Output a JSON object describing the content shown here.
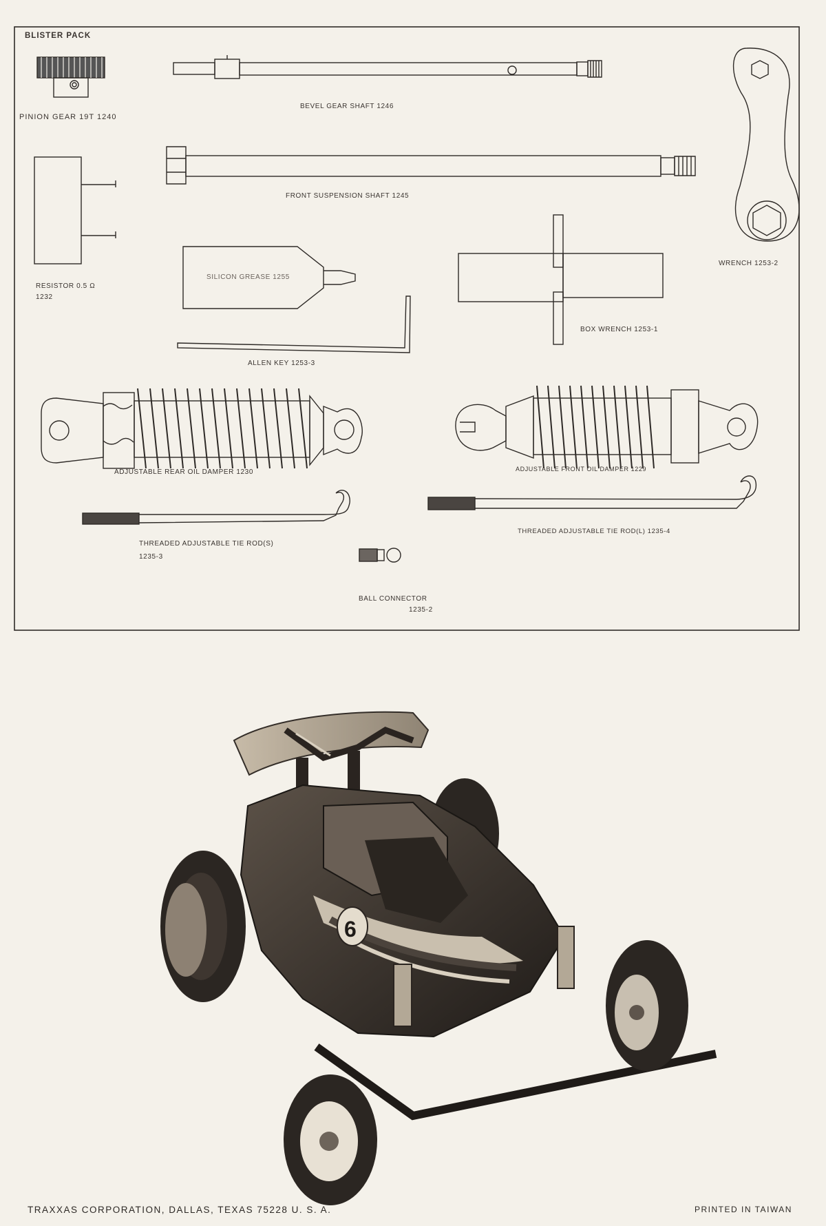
{
  "blister": {
    "title": "BLISTER PACK",
    "parts": {
      "pinion": "PINION GEAR 19T 1240",
      "bevel_shaft": "BEVEL GEAR SHAFT 1246",
      "front_shaft": "FRONT SUSPENSION SHAFT 1245",
      "wrench": "WRENCH 1253-2",
      "resistor_name": "RESISTOR   0.5 Ω",
      "resistor_no": "1232",
      "grease": "SILICON GREASE 1255",
      "allen_key": "ALLEN KEY 1253-3",
      "box_wrench": "BOX WRENCH 1253-1",
      "rear_damper": "ADJUSTABLE REAR OIL DAMPER 1230",
      "front_damper": "ADJUSTABLE FRONT OIL DAMPER 1229",
      "tie_rod_s": "THREADED ADJUSTABLE TIE ROD(S)",
      "tie_rod_s_no": "1235-3",
      "tie_rod_l": "THREADED ADJUSTABLE TIE ROD(L) 1235-4",
      "ball_connector": "BALL CONNECTOR",
      "ball_connector_no": "1235-2"
    }
  },
  "photo": {
    "car_number": "6"
  },
  "footer": {
    "left": "TRAXXAS CORPORATION, DALLAS, TEXAS 75228 U. S. A.",
    "right": "PRINTED IN TAIWAN"
  }
}
